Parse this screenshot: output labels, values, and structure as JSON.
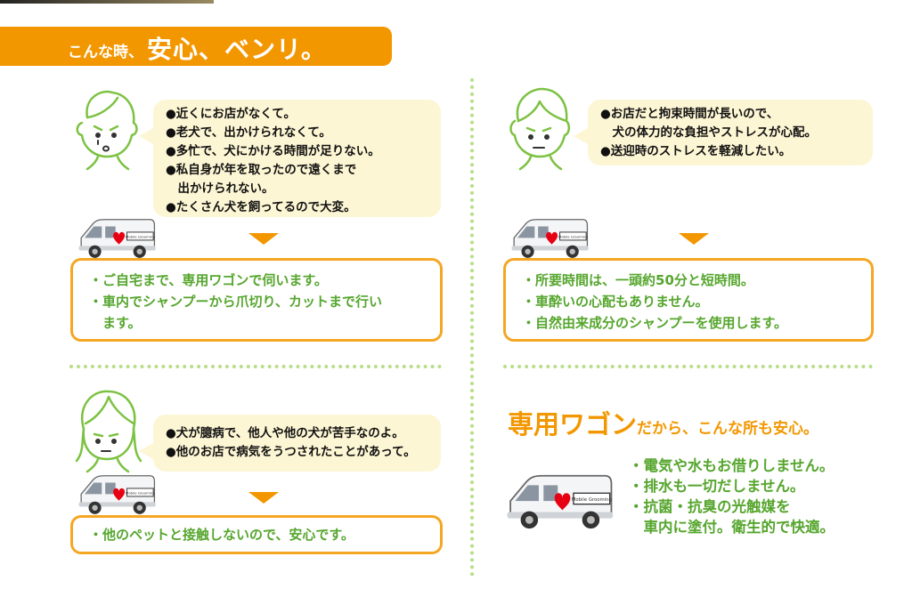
{
  "header": {
    "lead": "こんな時、",
    "emphasis": "安心、ベンリ。"
  },
  "van_logo_text": "Mobile Grooming",
  "panels": [
    {
      "concerns": [
        "●近くにお店がなくて。",
        "●老犬で、出かけられなくて。",
        "●多忙で、犬にかける時間が足りない。",
        "●私自身が年を取ったので遠くまで",
        "　出かけられない。",
        "●たくさん犬を飼ってるので大変。"
      ],
      "solutions": [
        "・ご自宅まで、専用ワゴンで伺います。",
        "・車内でシャンプーから爪切り、カットまで行い",
        "　ます。"
      ]
    },
    {
      "concerns": [
        "●お店だと拘束時間が長いので、",
        "　犬の体力的な負担やストレスが心配。",
        "●送迎時のストレスを軽減したい。"
      ],
      "solutions": [
        "・所要時間は、一頭約50分と短時間。",
        "・車酔いの心配もありません。",
        "・自然由来成分のシャンプーを使用します。"
      ]
    },
    {
      "concerns": [
        "●犬が臆病で、他人や他の犬が苦手なのよ。",
        "●他のお店で病気をうつされたことがあって。"
      ],
      "solutions": [
        "・他のペットと接触しないので、安心です。"
      ]
    }
  ],
  "wagon": {
    "title_big": "専用ワゴン",
    "title_small": "だから、こんな所も安心。",
    "points": [
      "・電気や水もお借りしません。",
      "・排水も一切だしません。",
      "・抗菌・抗臭の光触媒を",
      "　車内に塗付。衛生的で快適。"
    ]
  },
  "colors": {
    "accent_orange": "#f39700",
    "green_text": "#56a62e",
    "bubble_bg": "#fdf6d4",
    "divider_green": "#b7de88"
  }
}
